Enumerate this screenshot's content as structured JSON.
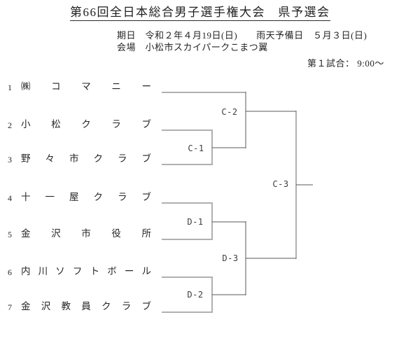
{
  "header": {
    "title": "第66回全日本総合男子選手権大会　県予選会",
    "date_line": "期日　令和２年４月19日(日)　　雨天予備日　５月３日(日)",
    "venue_line": "会場　小松市スカイパークこまつ翼",
    "first_game": "第１試合： 9:00～"
  },
  "teams": [
    {
      "seed": "1",
      "name": "㈱コマニー"
    },
    {
      "seed": "2",
      "name": "小松クラブ"
    },
    {
      "seed": "3",
      "name": "野々市クラブ"
    },
    {
      "seed": "4",
      "name": "十一屋クラブ"
    },
    {
      "seed": "5",
      "name": "金沢市役所"
    },
    {
      "seed": "6",
      "name": "内川ソフトボール"
    },
    {
      "seed": "7",
      "name": "金沢教員クラブ"
    }
  ],
  "matches": {
    "c1": {
      "label": "C-1"
    },
    "c2": {
      "label": "C-2"
    },
    "c3": {
      "label": "C-3"
    },
    "d1": {
      "label": "D-1"
    },
    "d2": {
      "label": "D-2"
    },
    "d3": {
      "label": "D-3"
    }
  },
  "colors": {
    "line_light": "#b0b0b0",
    "line_dark": "#595959",
    "ink": "#262626"
  }
}
